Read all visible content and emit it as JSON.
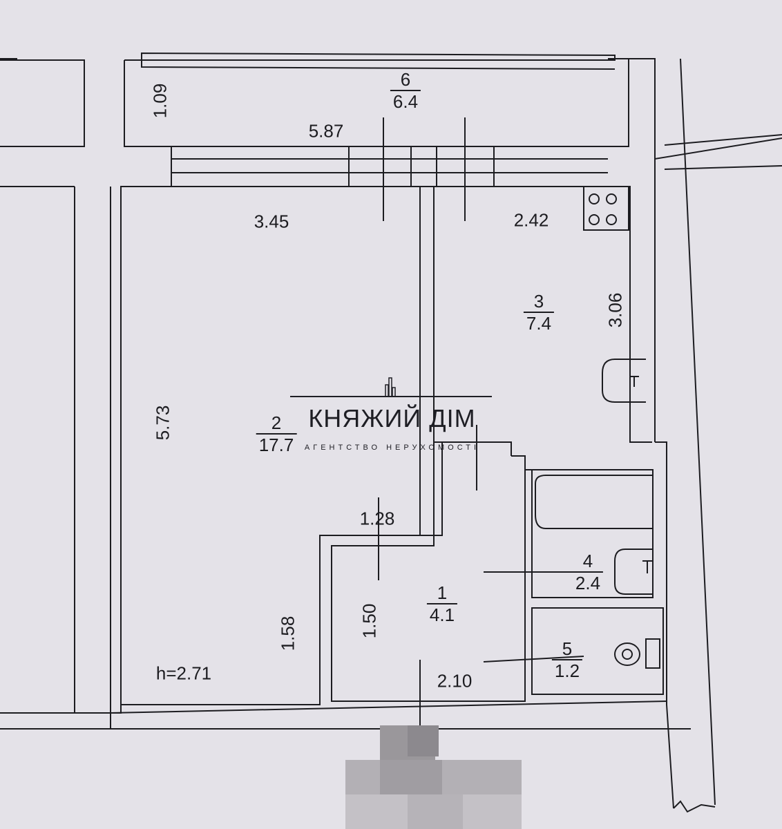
{
  "rooms": [
    {
      "number": "1",
      "area": "4.1"
    },
    {
      "number": "2",
      "area": "17.7"
    },
    {
      "number": "3",
      "area": "7.4"
    },
    {
      "number": "4",
      "area": "2.4"
    },
    {
      "number": "5",
      "area": "1.2"
    },
    {
      "number": "6",
      "area": "6.4"
    }
  ],
  "dimensions": {
    "d_1_09": "1.09",
    "d_5_87": "5.87",
    "d_3_45": "3.45",
    "d_2_42": "2.42",
    "d_3_06": "3.06",
    "d_5_73": "5.73",
    "d_1_28": "1.28",
    "d_1_50": "1.50",
    "d_1_58": "1.58",
    "d_2_10": "2.10"
  },
  "ceiling_height": "h=2.71",
  "watermark": {
    "title": "КНЯЖИЙ ДІМ",
    "subtitle": "АГЕНТСТВО НЕРУХОМОСТІ"
  },
  "colors": {
    "paper": "#e4e2e8",
    "ink": "#1c1c20"
  }
}
